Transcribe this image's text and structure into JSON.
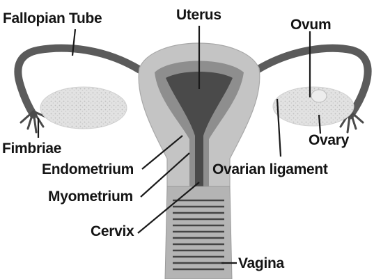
{
  "labels": {
    "fallopian_tube": "Fallopian Tube",
    "uterus": "Uterus",
    "ovum": "Ovum",
    "fimbriae": "Fimbriae",
    "ovary": "Ovary",
    "endometrium": "Endometrium",
    "ovarian_ligament": "Ovarian ligament",
    "myometrium": "Myometrium",
    "cervix": "Cervix",
    "vagina": "Vagina"
  },
  "colors": {
    "tube": "#5b5b5b",
    "myometrium": "#c4c4c4",
    "endometrium": "#8e8e8e",
    "cavity": "#4a4a4a",
    "ovary": "#dcdcdc",
    "text": "#141414"
  }
}
